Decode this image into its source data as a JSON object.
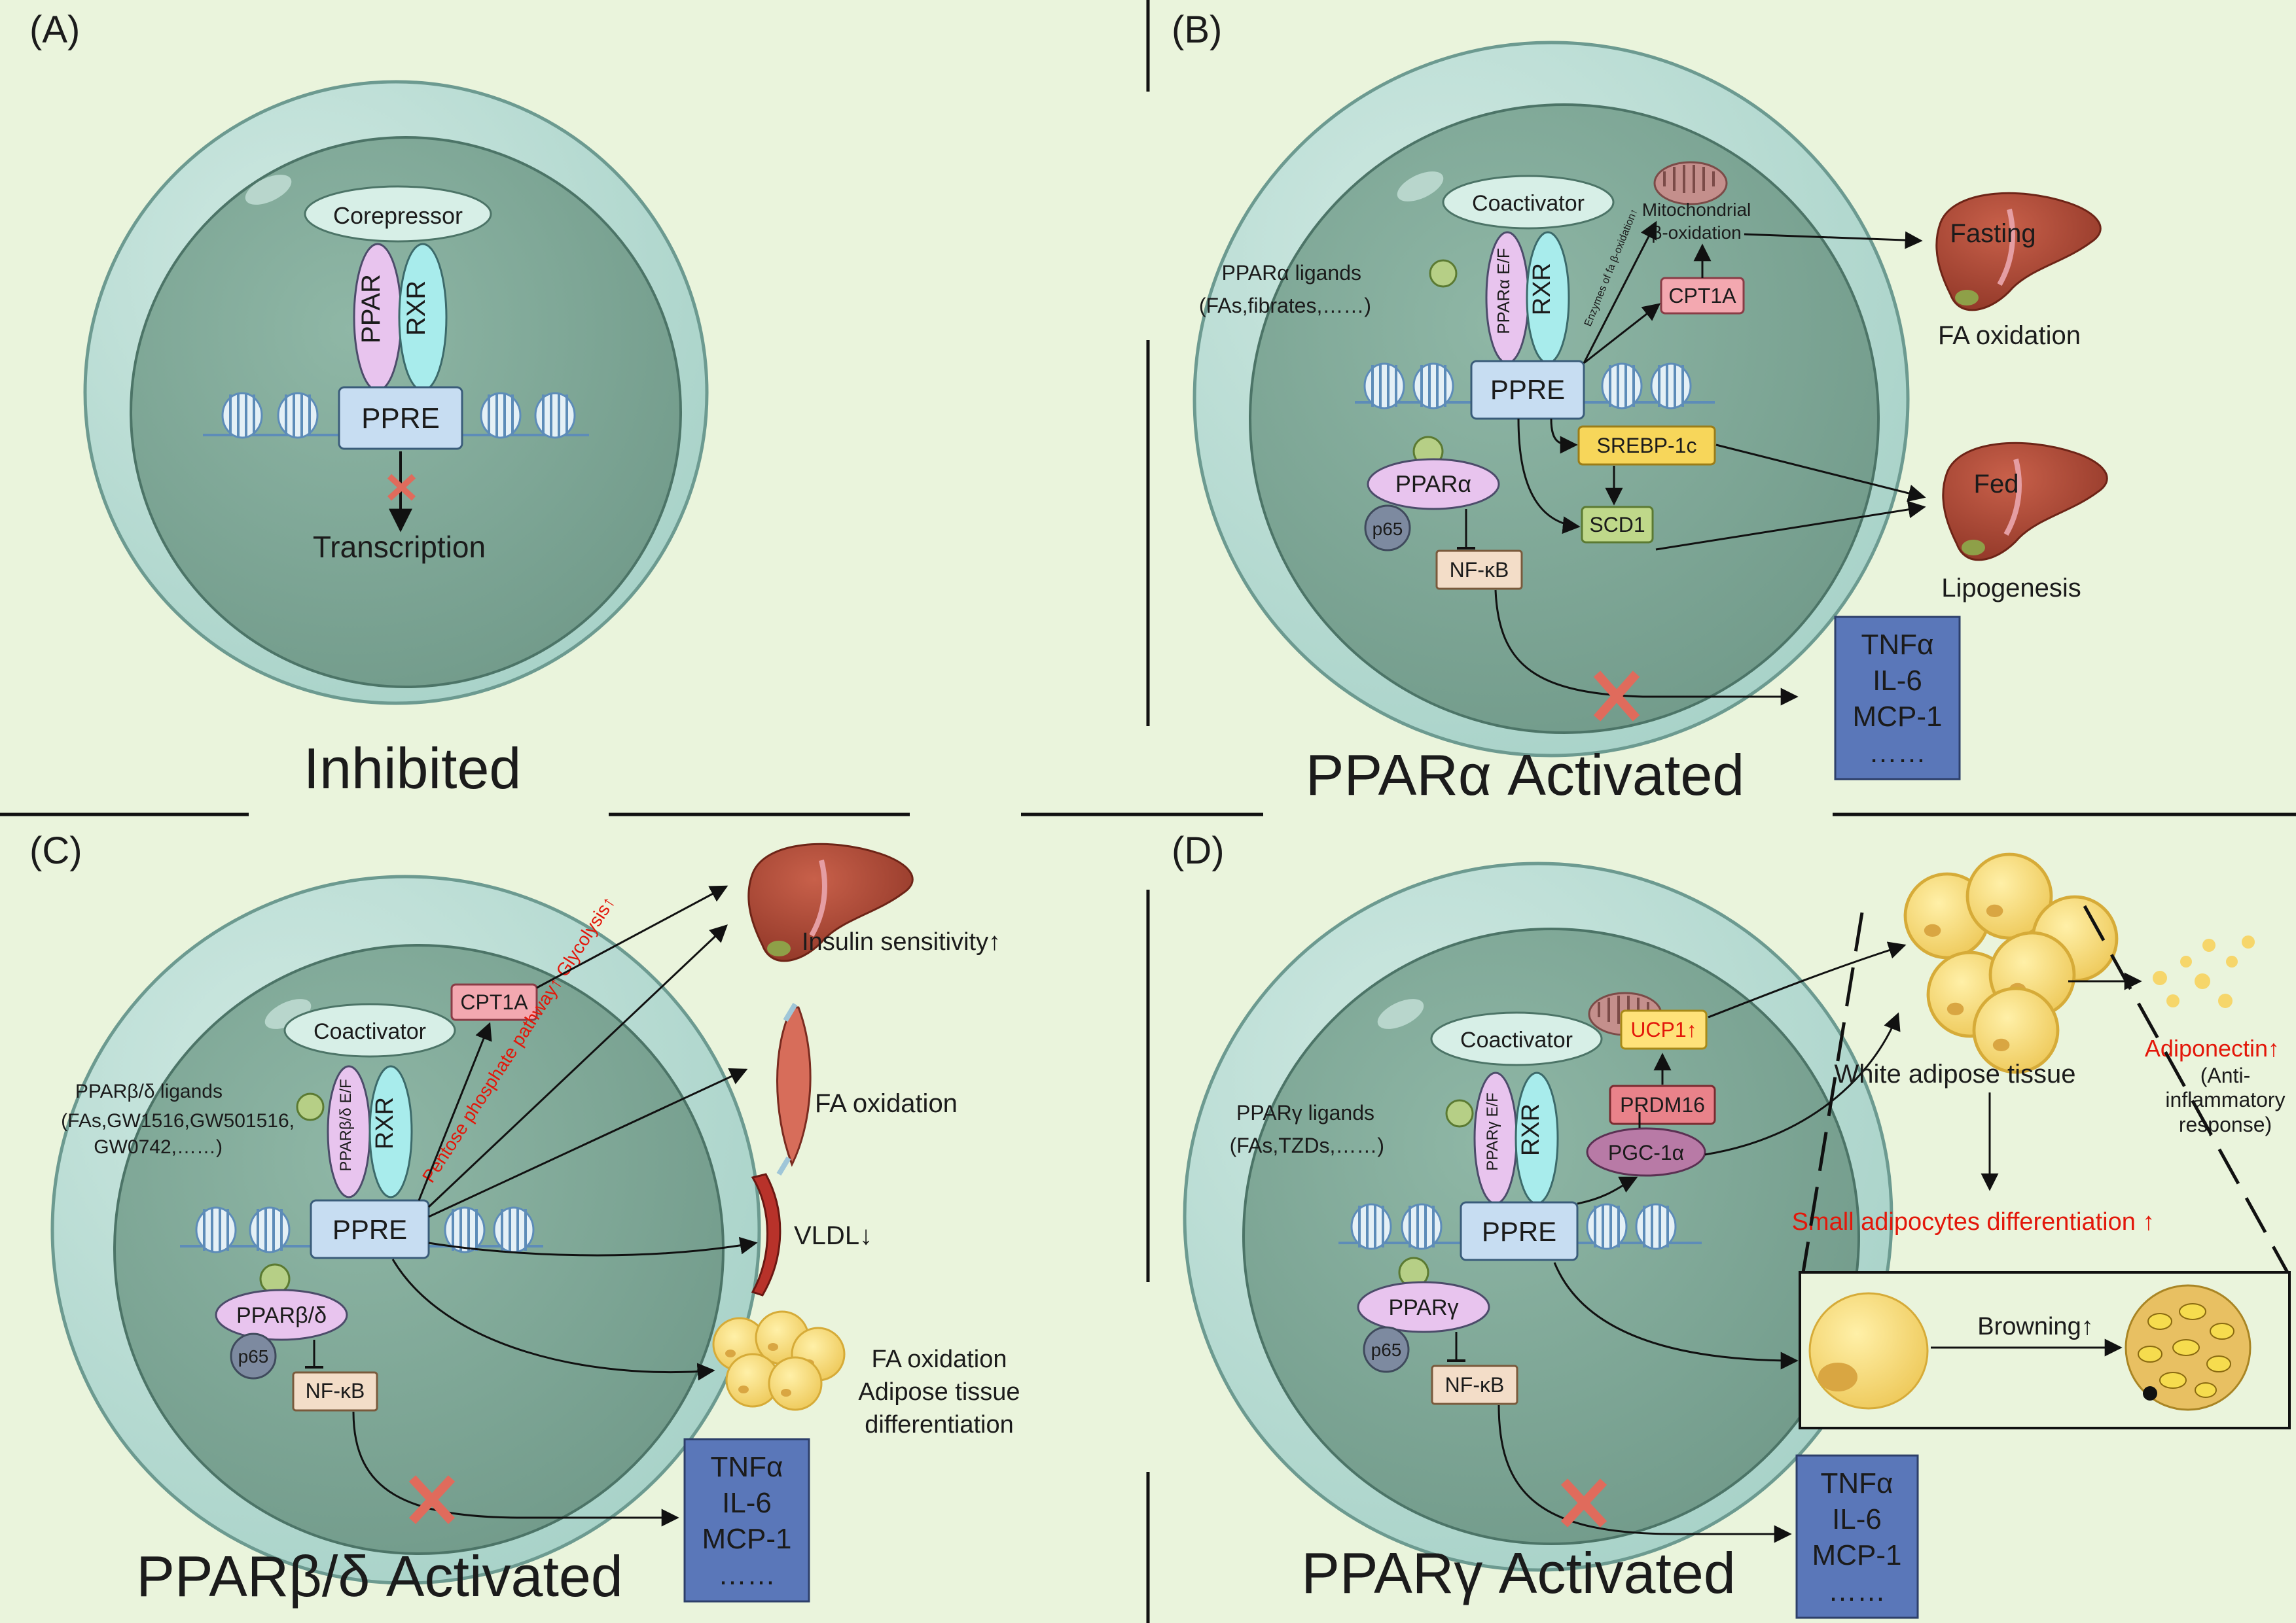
{
  "panels": {
    "a": {
      "letter": "(A)",
      "title": "Inhibited",
      "corepressor": "Corepressor",
      "ppar": "PPAR",
      "rxr": "RXR",
      "ppre": "PPRE",
      "transcription": "Transcription"
    },
    "b": {
      "letter": "(B)",
      "title": "PPARα Activated",
      "coactivator": "Coactivator",
      "ppar_ef": "PPARα E/F",
      "rxr": "RXR",
      "ppre": "PPRE",
      "ligands_line1": "PPARα ligands",
      "ligands_line2": "(FAs,fibrates,……)",
      "enzymes": "Enzymes of fa β-oxidation↑",
      "mito_line1": "Mitochondrial",
      "mito_line2": "β-oxidation",
      "cpt1a": "CPT1A",
      "srebp": "SREBP-1c",
      "scd1": "SCD1",
      "ppara": "PPARα",
      "p65": "p65",
      "nfkb": "NF-κB",
      "fasting": "Fasting",
      "fa_oxidation": "FA oxidation",
      "fed": "Fed",
      "lipogenesis": "Lipogenesis",
      "cytokines": [
        "TNFα",
        "IL-6",
        "MCP-1",
        "……"
      ]
    },
    "c": {
      "letter": "(C)",
      "title": "PPARβ/δ Activated",
      "coactivator": "Coactivator",
      "ppar_ef": "PPARβ/δ E/F",
      "rxr": "RXR",
      "ppre": "PPRE",
      "ligands_line1": "PPARβ/δ ligands",
      "ligands_line2": "(FAs,GW1516,GW501516,",
      "ligands_line3": "GW0742,……)",
      "cpt1a": "CPT1A",
      "pathway": "Pentose phosphate pathway↑ Glycolysis↑",
      "insulin": "Insulin sensitivity↑",
      "fa_oxidation": "FA oxidation",
      "vldl": "VLDL↓",
      "adipose_line1": "FA oxidation",
      "adipose_line2": "Adipose tissue",
      "adipose_line3": "differentiation",
      "ppar_bd": "PPARβ/δ",
      "p65": "p65",
      "nfkb": "NF-κB",
      "cytokines": [
        "TNFα",
        "IL-6",
        "MCP-1",
        "……"
      ]
    },
    "d": {
      "letter": "(D)",
      "title": "PPARγ Activated",
      "coactivator": "Coactivator",
      "ppar_ef": "PPARγ E/F",
      "rxr": "RXR",
      "ppre": "PPRE",
      "ligands_line1": "PPARγ ligands",
      "ligands_line2": "(FAs,TZDs,……)",
      "ucp1": "UCP1↑",
      "prdm16": "PRDM16",
      "pgc1a": "PGC-1α",
      "white_adipose": "White adipose tissue",
      "adiponectin": "Adiponectin↑",
      "anti_line1": "(Anti-",
      "anti_line2": "inflammatory",
      "anti_line3": "response)",
      "small_adipocytes": "Small adipocytes differentiation ↑",
      "browning": "Browning↑",
      "ppar_g": "PPARγ",
      "p65": "p65",
      "nfkb": "NF-κB",
      "cytokines": [
        "TNFα",
        "IL-6",
        "MCP-1",
        "……"
      ]
    }
  },
  "colors": {
    "background": "#eaf4dc",
    "cell_outer": "#b9dcd3",
    "nucleus": "#7fa796",
    "ppar_pink": "#e8c4ee",
    "rxr_cyan": "#a8ecec",
    "ppre_blue": "#c7ddf2",
    "cytokine_box": "#5a77b9",
    "red_text": "#e3170a",
    "cross": "#e06b5c"
  }
}
